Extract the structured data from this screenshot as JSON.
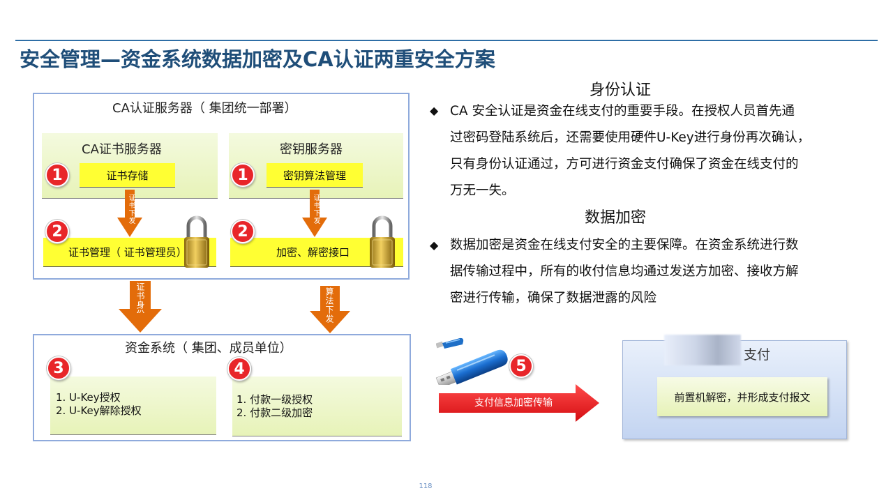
{
  "title": "安全管理—资金系统数据加密及CA认证两重安全方案",
  "ca_server": {
    "title": "CA认证服务器（ 集团统一部署）",
    "cert_server": {
      "title": "CA证书服务器",
      "step1": "1",
      "box1": "证书存储",
      "arrow_text": "证书下发",
      "step2": "2",
      "box2": "证书管理（ 证书管理员）"
    },
    "key_server": {
      "title": "密钥服务器",
      "step1": "1",
      "box1": "密钥算法管理",
      "arrow_text": "证书下发",
      "step2": "2",
      "box2": "加密、解密接口"
    }
  },
  "arrows": {
    "left": "证书身份对",
    "right": "算法下发"
  },
  "fund_system": {
    "title": "资金系统（ 集团、成员单位）",
    "step3": "3",
    "list3": [
      "1. U-Key授权",
      "2. U-Key解除授权"
    ],
    "step4": "4",
    "list4": [
      "1. 付款一级授权",
      "2. 付款二级加密"
    ]
  },
  "identity": {
    "heading": "身份认证",
    "bullet": "◆",
    "lines": [
      "CA 安全认证是资金在线支付的重要手段。在授权人员首先通",
      "过密码登陆系统后，还需要使用硬件U-Key进行身份再次确认，",
      "只有身份认证通过，方可进行资金支付确保了资金在线支付的",
      "万无一失。"
    ]
  },
  "encryption": {
    "heading": "数据加密",
    "bullet": "◆",
    "lines": [
      "数据加密是资金在线支付安全的主要保障。在资金系统进行数",
      "据传输过程中，所有的收付信息均通过发送方加密、接收方解",
      "密进行传输，确保了数据泄露的风险"
    ]
  },
  "transfer": {
    "step5": "5",
    "arrow_label": "支付信息加密传输"
  },
  "bank": {
    "label": "支付",
    "inner": "前置机解密，并形成支付报文"
  },
  "page_number": "118",
  "colors": {
    "title": "#1f4e79",
    "step_circle": "#e8262a",
    "yellow_box": "#ffff33",
    "orange_arrow": "#e36c0a",
    "red_arrow": "#e8262a",
    "frame_border": "#8faadc"
  }
}
